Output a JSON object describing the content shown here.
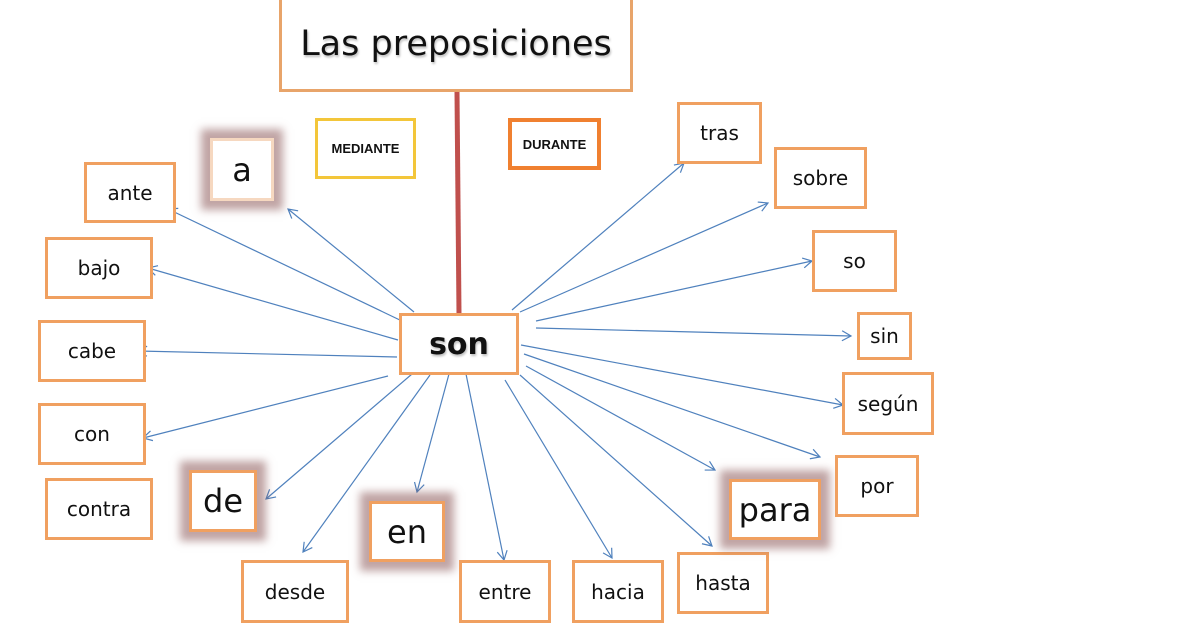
{
  "title": "Las preposiciones",
  "center_label": "son",
  "extra_boxes": {
    "mediante": "MEDIANTE",
    "durante": "DURANTE"
  },
  "colors": {
    "box_border": "#f0a060",
    "connector_vertical": "#c0504d",
    "arrow": "#4f81bd",
    "mediante_border": "#f3c63a",
    "durante_border": "#f08030",
    "highlight_glow": "#8c5a5a"
  },
  "prepositions": {
    "a": "a",
    "ante": "ante",
    "bajo": "bajo",
    "cabe": "cabe",
    "con": "con",
    "contra": "contra",
    "de": "de",
    "desde": "desde",
    "en": "en",
    "entre": "entre",
    "hacia": "hacia",
    "hasta": "hasta",
    "para": "para",
    "por": "por",
    "segun": "según",
    "sin": "sin",
    "so": "so",
    "sobre": "sobre",
    "tras": "tras"
  },
  "highlighted": [
    "a",
    "de",
    "en",
    "para"
  ]
}
